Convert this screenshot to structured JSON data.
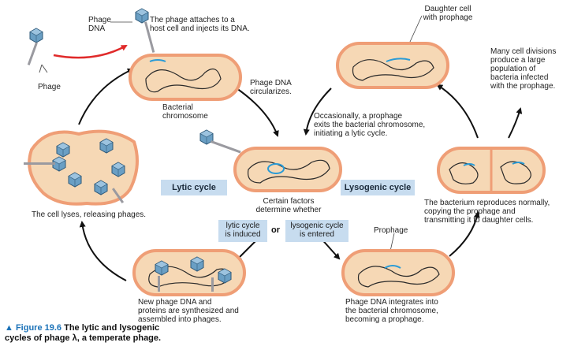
{
  "labels": {
    "phage_dna": [
      "Phage",
      "DNA"
    ],
    "attach": [
      "The phage attaches to a",
      "host cell and injects its DNA."
    ],
    "daughter": [
      "Daughter cell",
      "with prophage"
    ],
    "many_divisions": [
      "Many cell divisions",
      "produce a large",
      "population of",
      "bacteria infected",
      "with the prophage."
    ],
    "phage": "Phage",
    "circularizes": [
      "Phage DNA",
      "circularizes."
    ],
    "bacterial_chromosome": [
      "Bacterial",
      "chromosome"
    ],
    "occasionally": [
      "Occasionally, a prophage",
      "exits the bacterial chromosome,",
      "initiating a lytic cycle."
    ],
    "lyses": "The cell lyses, releasing phages.",
    "factors": [
      "Certain factors",
      "determine whether"
    ],
    "reproduces": [
      "The bacterium reproduces normally,",
      "copying the prophage and",
      "transmitting it to daughter cells."
    ],
    "prophage": "Prophage",
    "new_dna": [
      "New phage DNA and",
      "proteins are synthesized and",
      "assembled into phages."
    ],
    "integrates": [
      "Phage DNA integrates into",
      "the bacterial chromosome,",
      "becoming a prophage."
    ],
    "or": "or"
  },
  "boxes": {
    "lytic_cycle": "Lytic cycle",
    "lysogenic_cycle": "Lysogenic cycle",
    "lytic_induced": [
      "lytic cycle",
      "is induced"
    ],
    "lysogenic_entered": [
      "lysogenic cycle",
      "is entered"
    ]
  },
  "caption": {
    "figure": "Figure 19.6",
    "line1": "The lytic and lysogenic",
    "line2": "cycles of phage λ, a temperate phage."
  },
  "colors": {
    "cell_wall": "#ef9e76",
    "cell_fill": "#f6d8b5",
    "chromosome": "#2a2a2a",
    "phage_dna": "#2a9bd6",
    "phage_body": "#6a9fc4",
    "phage_tail": "#9a9aa0",
    "arrow": "#111111",
    "red_arrow": "#e02a2a",
    "box_blue": "#c7dcef",
    "caption_blue": "#1b72b8"
  }
}
